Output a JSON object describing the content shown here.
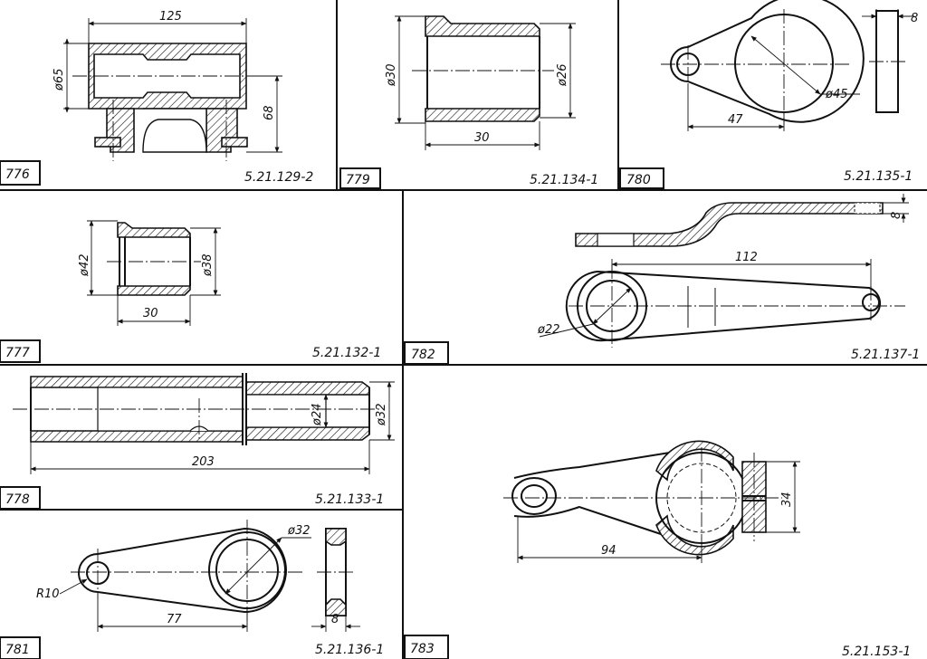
{
  "panels": [
    {
      "number": "776",
      "code": "5.21.129-2",
      "dims": [
        "125",
        "ø65",
        "68"
      ]
    },
    {
      "number": "779",
      "code": "5.21.134-1",
      "dims": [
        "ø30",
        "ø26",
        "30"
      ]
    },
    {
      "number": "780",
      "code": "5.21.135-1",
      "dims": [
        "8",
        "ø45",
        "47"
      ]
    },
    {
      "number": "777",
      "code": "5.21.132-1",
      "dims": [
        "ø42",
        "ø38",
        "30"
      ]
    },
    {
      "number": "782",
      "code": "5.21.137-1",
      "dims": [
        "8",
        "112",
        "ø22"
      ]
    },
    {
      "number": "778",
      "code": "5.21.133-1",
      "dims": [
        "ø24",
        "ø32",
        "203"
      ]
    },
    {
      "number": "781",
      "code": "5.21.136-1",
      "dims": [
        "ø32",
        "R10",
        "77",
        "8"
      ]
    },
    {
      "number": "783",
      "code": "5.21.153-1",
      "dims": [
        "34",
        "94"
      ]
    }
  ]
}
